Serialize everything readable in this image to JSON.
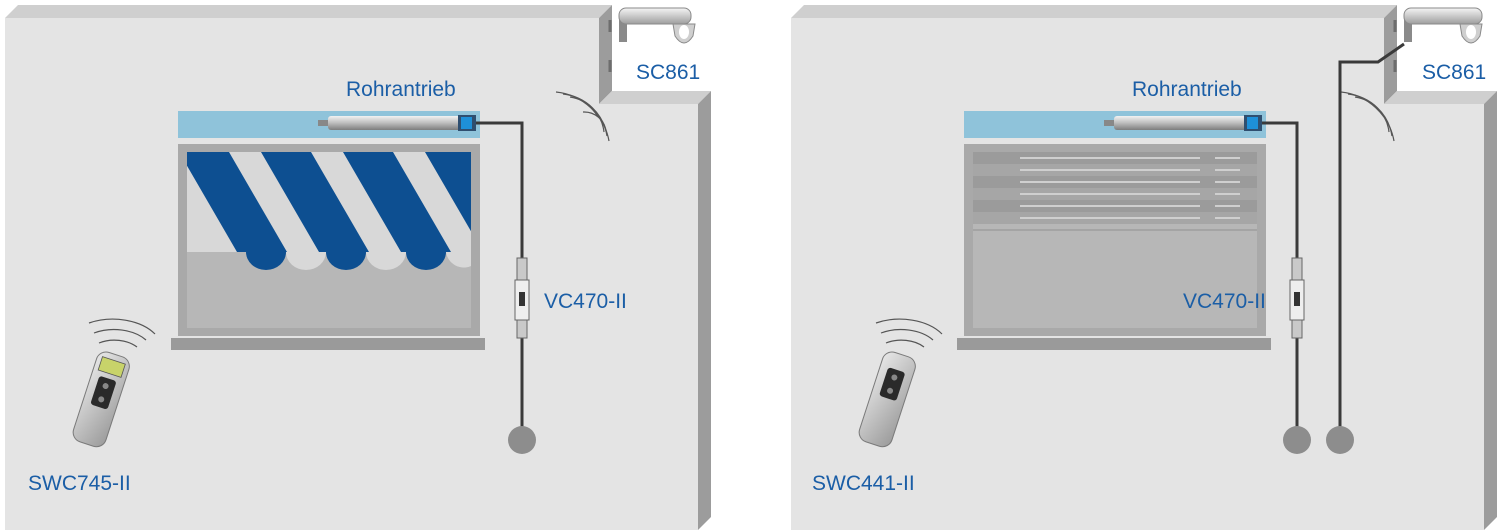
{
  "colors": {
    "label": "#1b5ea6",
    "wall_face": "#e4e4e4",
    "wall_top": "#cfcfcf",
    "wall_side": "#9c9c9c",
    "box_blue": "#8fc3da",
    "awning_blue": "#0d4f91",
    "awning_white": "#d8d8d8",
    "window_frame": "#a9a9a9",
    "window_pane": "#b7b7b7",
    "cable": "#3a3a3a",
    "bulb": "#8d8d8d"
  },
  "panels": [
    {
      "motor_label": "Rohrantrieb",
      "sensor_label": "SC861",
      "controller_label": "VC470-II",
      "remote_label": "SWC745-II",
      "covering": "awning",
      "remote_type": "display-remote"
    },
    {
      "motor_label": "Rohrantrieb",
      "sensor_label": "SC861",
      "controller_label": "VC470-II",
      "remote_label": "SWC441-II",
      "covering": "shutter",
      "remote_type": "simple-remote"
    }
  ]
}
